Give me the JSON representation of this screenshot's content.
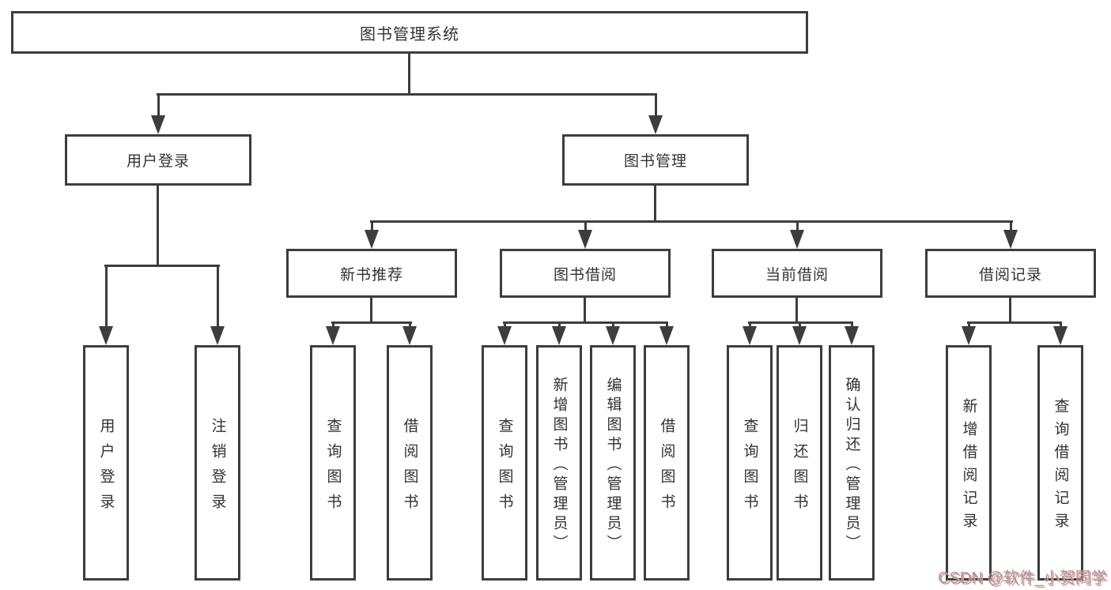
{
  "diagram": {
    "root": {
      "label": "图书管理系统"
    },
    "branches": [
      {
        "label": "用户登录",
        "children": [
          {
            "label": "用户登录"
          },
          {
            "label": "注销登录"
          }
        ]
      },
      {
        "label": "图书管理",
        "children": [
          {
            "label": "新书推荐",
            "children": [
              {
                "label": "查询图书"
              },
              {
                "label": "借阅图书"
              }
            ]
          },
          {
            "label": "图书借阅",
            "children": [
              {
                "label": "查询图书"
              },
              {
                "label": "新增图书（管理员）"
              },
              {
                "label": "编辑图书（管理员）"
              },
              {
                "label": "借阅图书"
              }
            ]
          },
          {
            "label": "当前借阅",
            "children": [
              {
                "label": "查询图书"
              },
              {
                "label": "归还图书"
              },
              {
                "label": "确认归还（管理员）"
              }
            ]
          },
          {
            "label": "借阅记录",
            "children": [
              {
                "label": "新增借阅记录"
              },
              {
                "label": "查询借阅记录"
              }
            ]
          }
        ]
      }
    ]
  },
  "watermark": {
    "text": "CSDN @软件_小贺同学"
  },
  "colors": {
    "line": "#3d3d3d",
    "text": "#333333",
    "background": "#ffffff",
    "watermark_gray": "#9e9e9e",
    "watermark_red": "#e78f8f"
  }
}
